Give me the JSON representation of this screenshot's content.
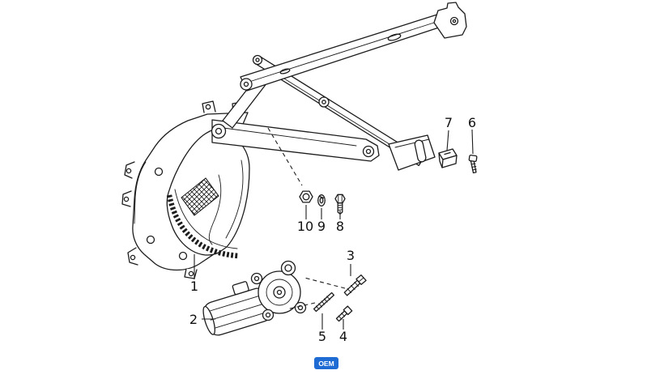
{
  "page": {
    "background_color": "#ffffff"
  },
  "diagram": {
    "kind": "exploded-parts-diagram",
    "subject": "window-regulator-with-motor",
    "line_color": "#1c1c1c",
    "callouts": [
      {
        "label": "1"
      },
      {
        "label": "2"
      },
      {
        "label": "3"
      },
      {
        "label": "4"
      },
      {
        "label": "5"
      },
      {
        "label": "6"
      },
      {
        "label": "7"
      },
      {
        "label": "8"
      },
      {
        "label": "9"
      },
      {
        "label": "10"
      }
    ],
    "watermark": {
      "text": "OEM",
      "bg_color": "#1f6bd4",
      "text_color": "#ffffff"
    }
  }
}
